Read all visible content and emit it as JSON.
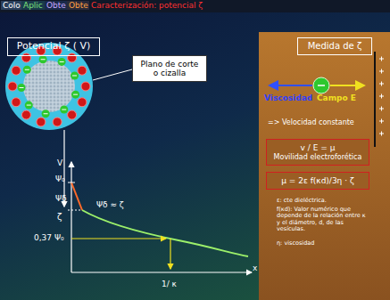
{
  "diagram": {
    "nodes": [
      {
        "text": [
          "Potencial ζ ( V)"
        ]
      },
      {
        "text": [
          "Plano de corte o cizalla"
        ]
      },
      {
        "text": [
          "Medida de ζ"
        ]
      },
      {
        "text": [
          "v / E = μ",
          "Movilidad electroforética"
        ]
      },
      {
        "text": [
          "μ = 2ε f(κd)/3η · ζ"
        ]
      }
    ],
    "labels": [
      "Colo",
      "Aplic",
      "Obte",
      "Obte",
      "Caracterización: potencial ζ",
      "V",
      "Ψ₀",
      "Ψδ",
      "ζ",
      "Ψδ ≈ ζ",
      "0,37 Ψ₀",
      "1/ κ",
      "x",
      "Viscosidad",
      "Campo E",
      "=> Velocidad constante",
      "ε: cte dieléctrica.",
      "f(κd): Valor numérico que depende de la relación entre κ y el diámetro, d, de las vesículas.",
      "η: viscosidad"
    ]
  }
}
